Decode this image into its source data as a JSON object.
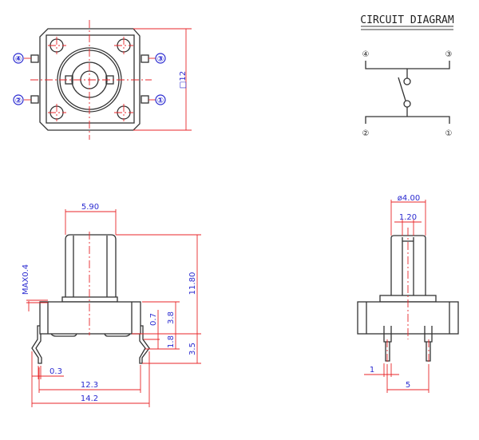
{
  "top_view": {
    "pins": [
      "④",
      "②",
      "③",
      "①"
    ],
    "size_dim": "□12"
  },
  "circuit": {
    "title": "CIRCUIT DIAGRAM",
    "pins": [
      "④",
      "③",
      "②",
      "①"
    ]
  },
  "side_view": {
    "dims": {
      "actuator_width": "5.90",
      "total_height": "11.80",
      "body_height": "3.8",
      "leg_offset": "0.7",
      "leg_bend": "1.8",
      "leg_length": "3.5",
      "lead_thickness": "0.3",
      "body_width": "12.3",
      "overall_width": "14.2",
      "max_gap": "MAX0.4"
    }
  },
  "front_view": {
    "dims": {
      "actuator_diameter": "ø4.00",
      "slot_width": "1.20",
      "lead_width": "1",
      "pin_pitch": "5"
    }
  }
}
